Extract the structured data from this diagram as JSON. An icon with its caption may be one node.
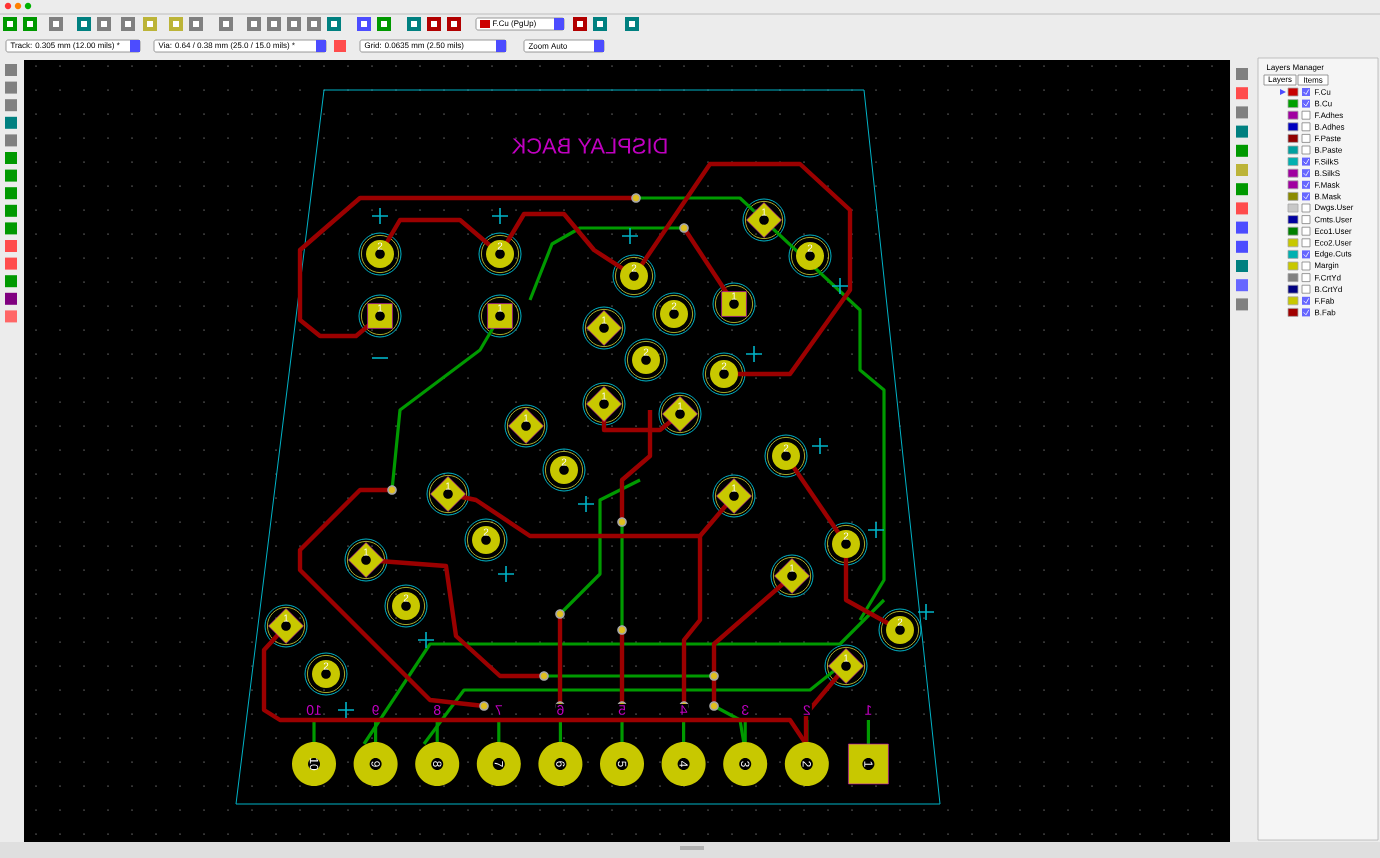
{
  "diagram": {
    "labels": [
      "F.Cu (PgUp)",
      "Track: 0.305 mm (12.00 mils) *",
      "Via: 0.64 / 0.38 mm (25.0 / 15.0 mils) *",
      "Grid: 0.0635 mm (2.50 mils)",
      "Zoom Auto",
      "Layers Manager",
      "Layers",
      "Items",
      "DISPLAY BACK",
      "1",
      "2",
      "2",
      "2",
      "2",
      "1",
      "1",
      "1",
      "2",
      "1",
      "2",
      "2",
      "1",
      "1",
      "1",
      "2",
      "2",
      "1",
      "1",
      "2",
      "2",
      "1",
      "1",
      "1",
      "2",
      "2",
      "2",
      "1",
      "10",
      "9",
      "8",
      "7",
      "6",
      "5",
      "4",
      "3",
      "2",
      "1",
      "10",
      "9",
      "8",
      "7",
      "6",
      "5",
      "4",
      "3",
      "2",
      "1"
    ],
    "legend": [
      {
        "text": "F.Cu",
        "color": "#c80000"
      },
      {
        "text": "B.Cu",
        "color": "#00a000"
      },
      {
        "text": "F.Adhes",
        "color": "#a000a0"
      },
      {
        "text": "B.Adhes",
        "color": "#0000c0"
      },
      {
        "text": "F.Paste",
        "color": "#900000"
      },
      {
        "text": "B.Paste",
        "color": "#00a0a0"
      },
      {
        "text": "F.SilkS",
        "color": "#00b0b0"
      },
      {
        "text": "B.SilkS",
        "color": "#a000a0"
      },
      {
        "text": "F.Mask",
        "color": "#a000a0"
      },
      {
        "text": "B.Mask",
        "color": "#8a8a00"
      },
      {
        "text": "Dwgs.User",
        "color": "#c8c8c8"
      },
      {
        "text": "Cmts.User",
        "color": "#0000a0"
      },
      {
        "text": "Eco1.User",
        "color": "#008000"
      },
      {
        "text": "Eco2.User",
        "color": "#c8c800"
      },
      {
        "text": "Edge.Cuts",
        "color": "#00b0b0"
      },
      {
        "text": "Margin",
        "color": "#c8c800"
      },
      {
        "text": "F.CrtYd",
        "color": "#808080"
      },
      {
        "text": "B.CrtYd",
        "color": "#000080"
      },
      {
        "text": "F.Fab",
        "color": "#c8c800"
      },
      {
        "text": "B.Fab",
        "color": "#a00000"
      }
    ]
  }
}
